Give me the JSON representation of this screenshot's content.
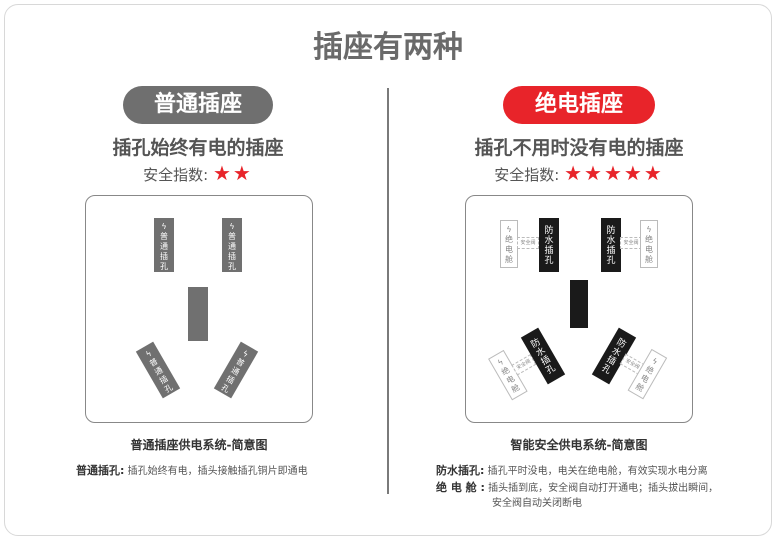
{
  "title": "插座有两种",
  "left": {
    "badge": "普通插座",
    "badge_color": "#6f6f6f",
    "subtitle": "插孔始终有电的插座",
    "rating_label": "安全指数:",
    "stars": "★★",
    "rating": 2,
    "slot_label": "普通插孔",
    "caption": "普通插座供电系统-简意图",
    "note_label": "普通插孔:",
    "note_text": "插孔始终有电，插头接触插孔铜片即通电"
  },
  "right": {
    "badge": "绝电插座",
    "badge_color": "#e8242a",
    "subtitle": "插孔不用时没有电的插座",
    "rating_label": "安全指数:",
    "stars": "★★★★★",
    "rating": 5,
    "slot_label": "防水插孔",
    "chamber_label": "绝电舱",
    "valve_label": "安全阀",
    "caption": "智能安全供电系统-简意图",
    "notes": [
      {
        "label": "防水插孔:",
        "text": "插孔平时没电，电关在绝电舱，有效实现水电分离"
      },
      {
        "label": "绝 电 舱 :",
        "text": "插头插到底，安全阀自动打开通电；插头拔出瞬间，",
        "text2": "安全阀自动关闭断电"
      }
    ]
  },
  "icons": {
    "bolt": "lightning-bolt-icon",
    "star": "star-icon"
  }
}
